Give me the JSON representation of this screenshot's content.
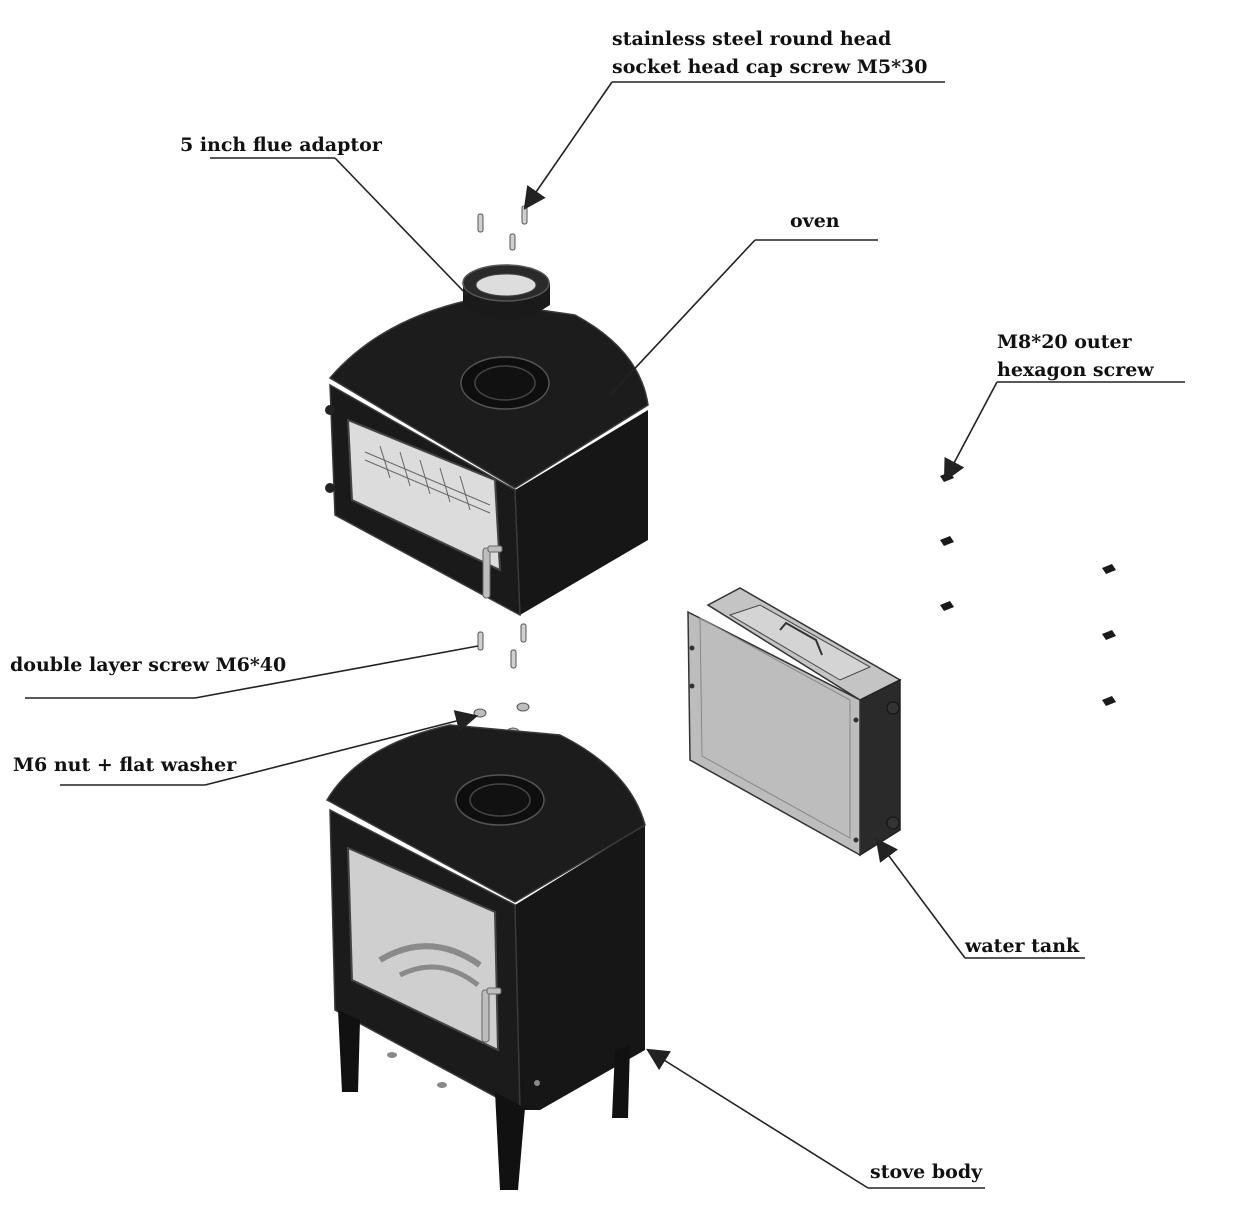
{
  "labels": {
    "screw_m5_line1": "stainless steel round head",
    "screw_m5_line2": "socket head cap screw M5*30",
    "flue_adaptor": "5 inch flue adaptor",
    "oven": "oven",
    "screw_m8_line1": "M8*20 outer",
    "screw_m8_line2": "hexagon screw",
    "double_layer_screw": "double layer screw M6*40",
    "nut_washer": "M6 nut + flat washer",
    "water_tank": "water tank",
    "stove_body": "stove body"
  },
  "colors": {
    "body": "#141414",
    "edge": "#3a3a3a",
    "glass": "#d6d6d6",
    "tank": "#b9b9b9",
    "leader": "#222222"
  }
}
